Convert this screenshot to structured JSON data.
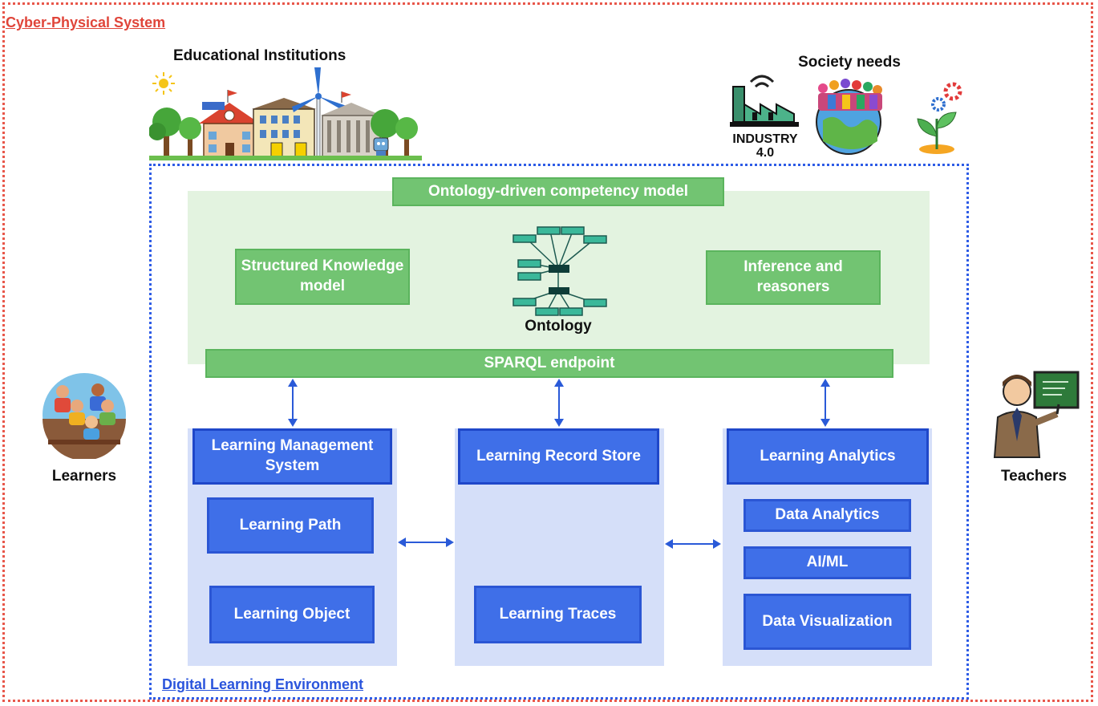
{
  "outer": {
    "title": "Cyber-Physical System",
    "color": "#e8574a"
  },
  "inner": {
    "title": "Digital Learning Environment",
    "color": "#2e5ce6"
  },
  "institutions": {
    "label": "Educational Institutions"
  },
  "society": {
    "label": "Society needs",
    "industry_text_1": "INDUSTRY",
    "industry_text_2": "4.0"
  },
  "actors": {
    "learners": "Learners",
    "teachers": "Teachers"
  },
  "ontology": {
    "header": "Ontology-driven competency model",
    "left_box": "Structured Knowledge model",
    "right_box": "Inference and reasoners",
    "center_label": "Ontology",
    "endpoint": "SPARQL endpoint",
    "panel_color": "#e3f3e0",
    "box_color": "#72c472"
  },
  "columns": {
    "lms": {
      "header": "Learning Management System",
      "items": [
        "Learning Path",
        "Learning Object"
      ]
    },
    "lrs": {
      "header": "Learning Record Store",
      "items": [
        "Learning Traces"
      ]
    },
    "la": {
      "header": "Learning Analytics",
      "items": [
        "Data Analytics",
        "AI/ML",
        "Data Visualization"
      ]
    },
    "panel_color": "#d5dff9",
    "box_color": "#3f6fe8"
  }
}
